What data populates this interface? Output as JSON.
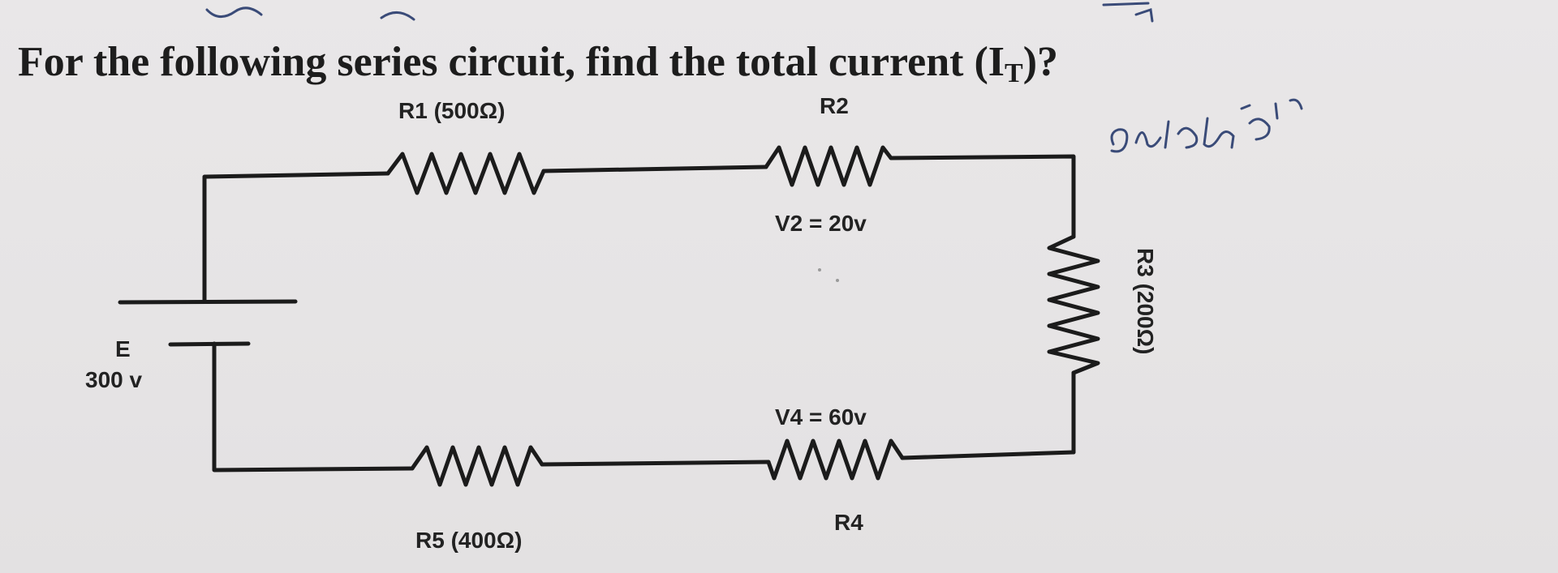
{
  "question": "For the following series circuit, find the total current (I",
  "question_subscript": "T",
  "question_end": ")?",
  "source": {
    "label": "E",
    "value": "300 v"
  },
  "resistors": {
    "r1": "R1 (500Ω)",
    "r2": "R2",
    "r3": "R3 (200Ω)",
    "r4": "R4",
    "r5": "R5 (400Ω)"
  },
  "voltages": {
    "v2": "V2 = 20v",
    "v4": "V4 = 60v"
  },
  "colors": {
    "wire": "#1b1b1b",
    "handwriting": "#3a4b78",
    "paper": "#e7e5e6"
  }
}
